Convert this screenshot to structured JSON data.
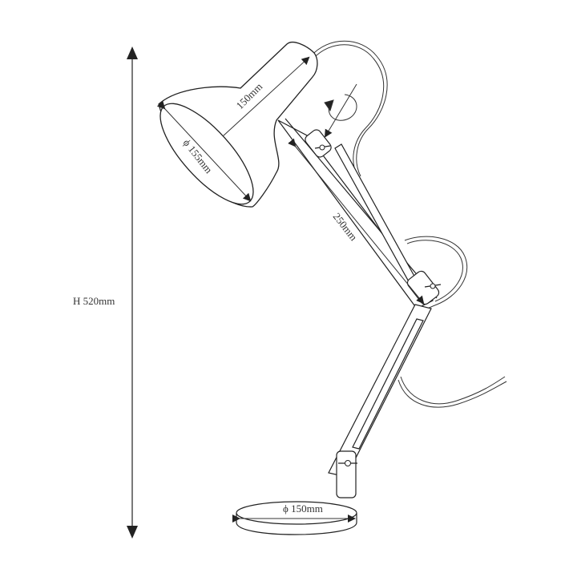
{
  "diagram": {
    "subject": "Adjustable desk lamp",
    "line_color": "#222222",
    "dimensions": {
      "height": "H 520mm",
      "shade_length": "150mm",
      "shade_diameter": "ϕ 155mm",
      "arm_length": "250mm",
      "base_diameter": "ϕ 150mm"
    }
  }
}
